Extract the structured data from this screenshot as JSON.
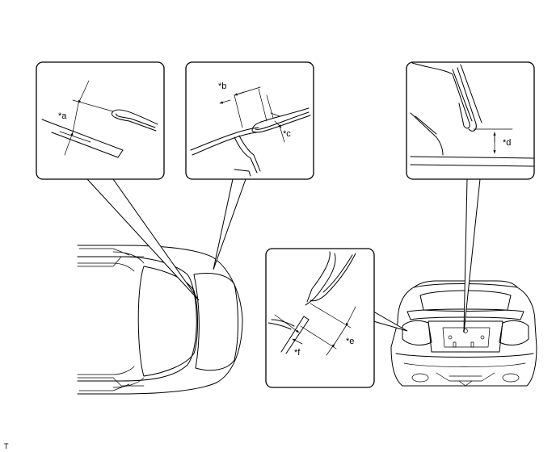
{
  "callouts": {
    "a": "*a",
    "b": "*b",
    "c": "*c",
    "d": "*d",
    "e": "*e",
    "f": "*f"
  },
  "corner_code": "T"
}
